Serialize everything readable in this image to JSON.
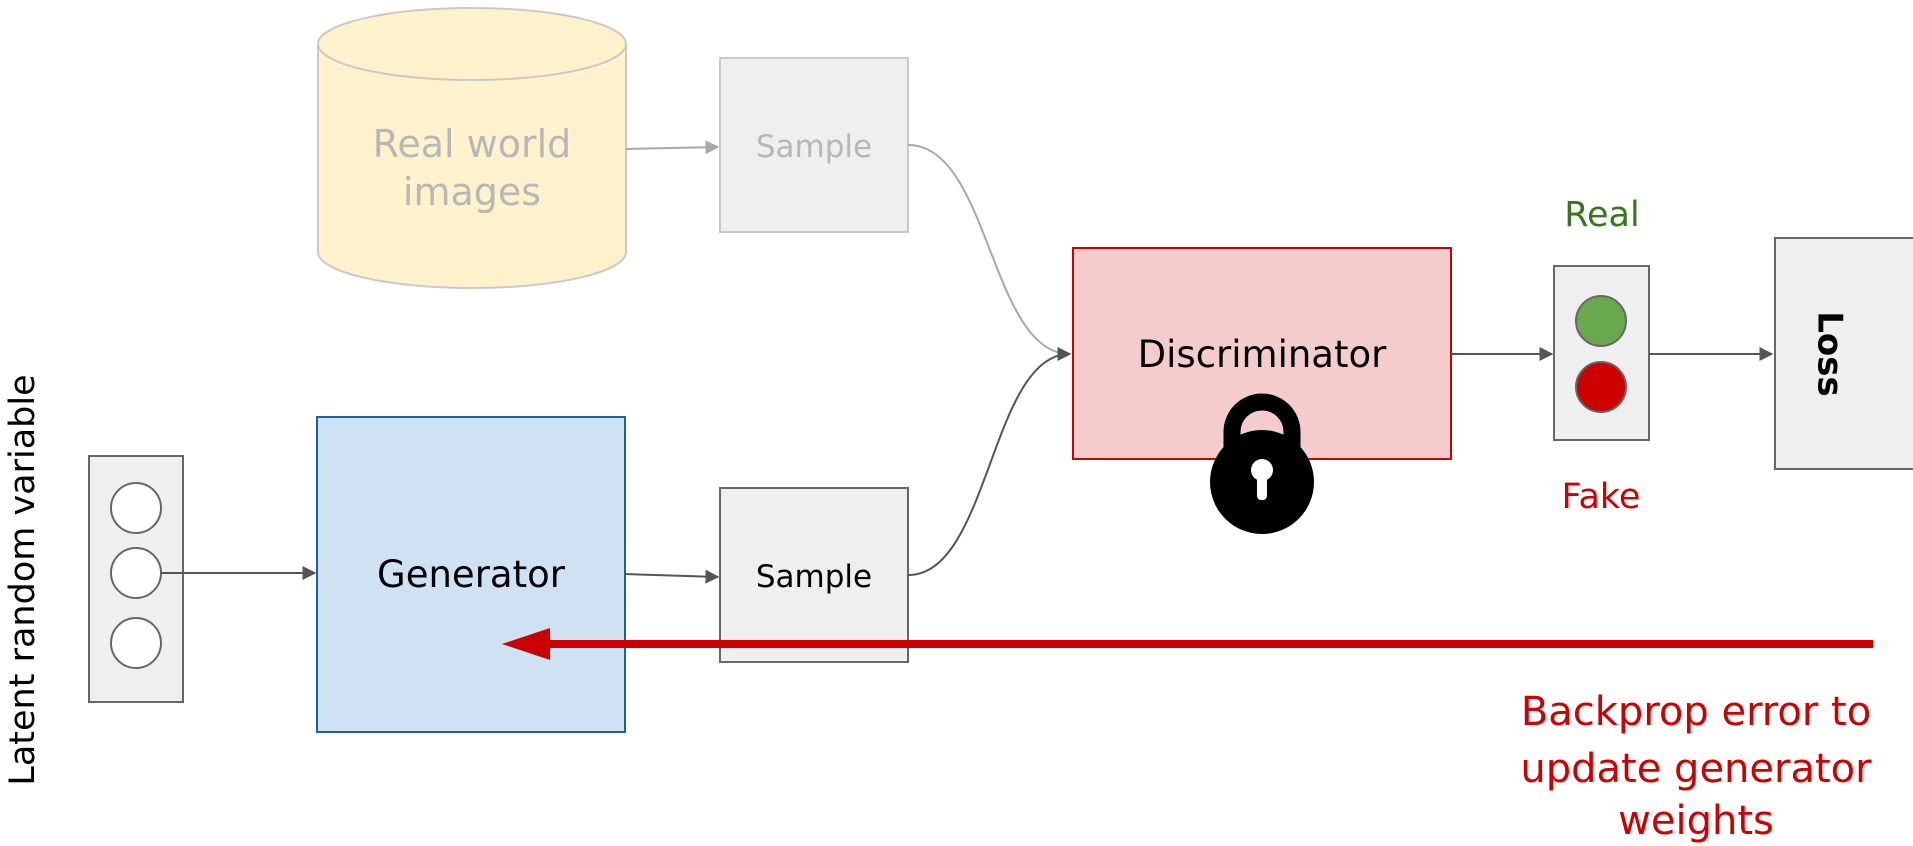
{
  "latent": {
    "label": "Latent random variable"
  },
  "real_images": {
    "line1": "Real world",
    "line2": "images"
  },
  "sample_real": {
    "label": "Sample"
  },
  "generator": {
    "label": "Generator"
  },
  "sample_fake": {
    "label": "Sample"
  },
  "discriminator": {
    "label": "Discriminator"
  },
  "output": {
    "real_label": "Real",
    "fake_label": "Fake"
  },
  "loss": {
    "label": "Loss"
  },
  "backprop": {
    "line1": "Backprop error to",
    "line2": "update generator",
    "line3": "weights"
  },
  "colors": {
    "faded_gray": "#bdbdbd",
    "faded_text": "#b7b7b7",
    "generator_fill": "#cfe2f3",
    "generator_stroke": "#1f5fa8",
    "discriminator_fill": "#f4cccc",
    "discriminator_stroke": "#cc0000",
    "real_green": "#38761d",
    "fake_red": "#cc0000",
    "light_green": "#6aa84f",
    "backprop_red": "#cc0000",
    "box_fill": "#efefef",
    "box_stroke": "#666666",
    "cylinder_fill": "#fff2cc"
  },
  "icons": {
    "lock": "lock-icon"
  }
}
